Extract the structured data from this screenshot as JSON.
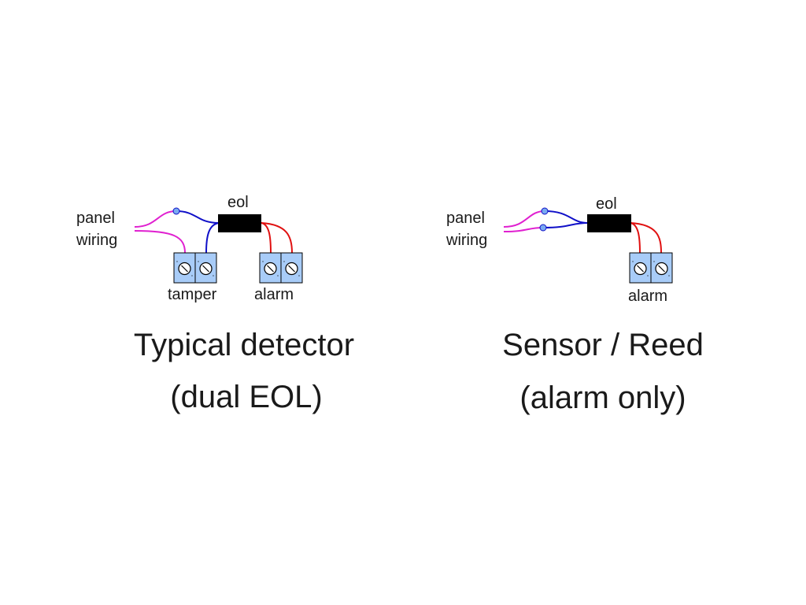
{
  "colors": {
    "panel_wire": "#e020d0",
    "eol_wire": "#1010c8",
    "alarm_wire": "#e01010",
    "resistor": "#000000",
    "terminal_fill": "#a8ccf8",
    "connector_fill": "#7aaaf0",
    "text": "#1a1a1a"
  },
  "left": {
    "panel_label_line1": "panel",
    "panel_label_line2": "wiring",
    "eol_label": "eol",
    "tamper_label": "tamper",
    "alarm_label": "alarm",
    "title_line1": "Typical detector",
    "title_line2": "(dual EOL)"
  },
  "right": {
    "panel_label_line1": "panel",
    "panel_label_line2": "wiring",
    "eol_label": "eol",
    "alarm_label": "alarm",
    "title_line1": "Sensor / Reed",
    "title_line2": "(alarm only)"
  }
}
